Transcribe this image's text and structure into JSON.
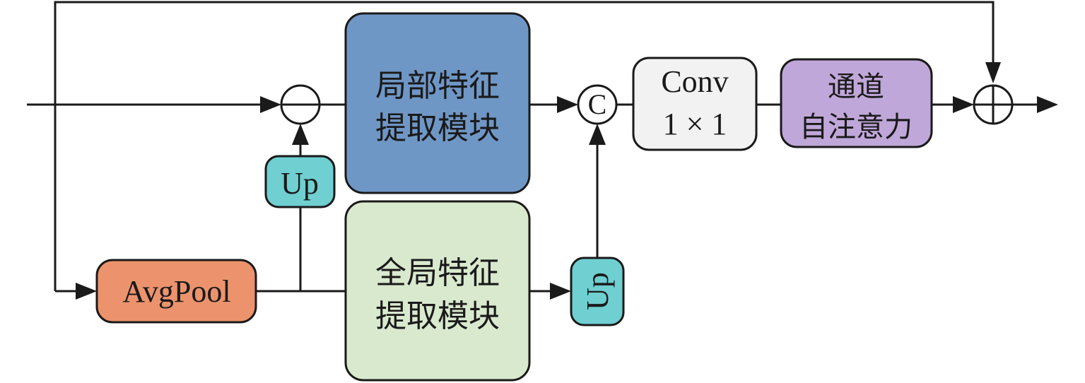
{
  "blocks": {
    "local": {
      "line1": "局部特征",
      "line2": "提取模块",
      "color": "#6f97c6"
    },
    "global": {
      "line1": "全局特征",
      "line2": "提取模块",
      "color": "#d9e9ce"
    },
    "conv": {
      "line1": "Conv",
      "line2": "1 × 1",
      "color": "#f2f2f2"
    },
    "channel_attention": {
      "line1": "通道",
      "line2": "自注意力",
      "color": "#c0a7d9"
    },
    "avgpool": {
      "label": "AvgPool",
      "color": "#ec936d"
    },
    "up_top": {
      "label": "Up",
      "color": "#6fcfd1"
    },
    "up_right": {
      "label": "Up",
      "color": "#6fcfd1"
    }
  },
  "operators": {
    "concat": "C",
    "add": "⊕"
  }
}
